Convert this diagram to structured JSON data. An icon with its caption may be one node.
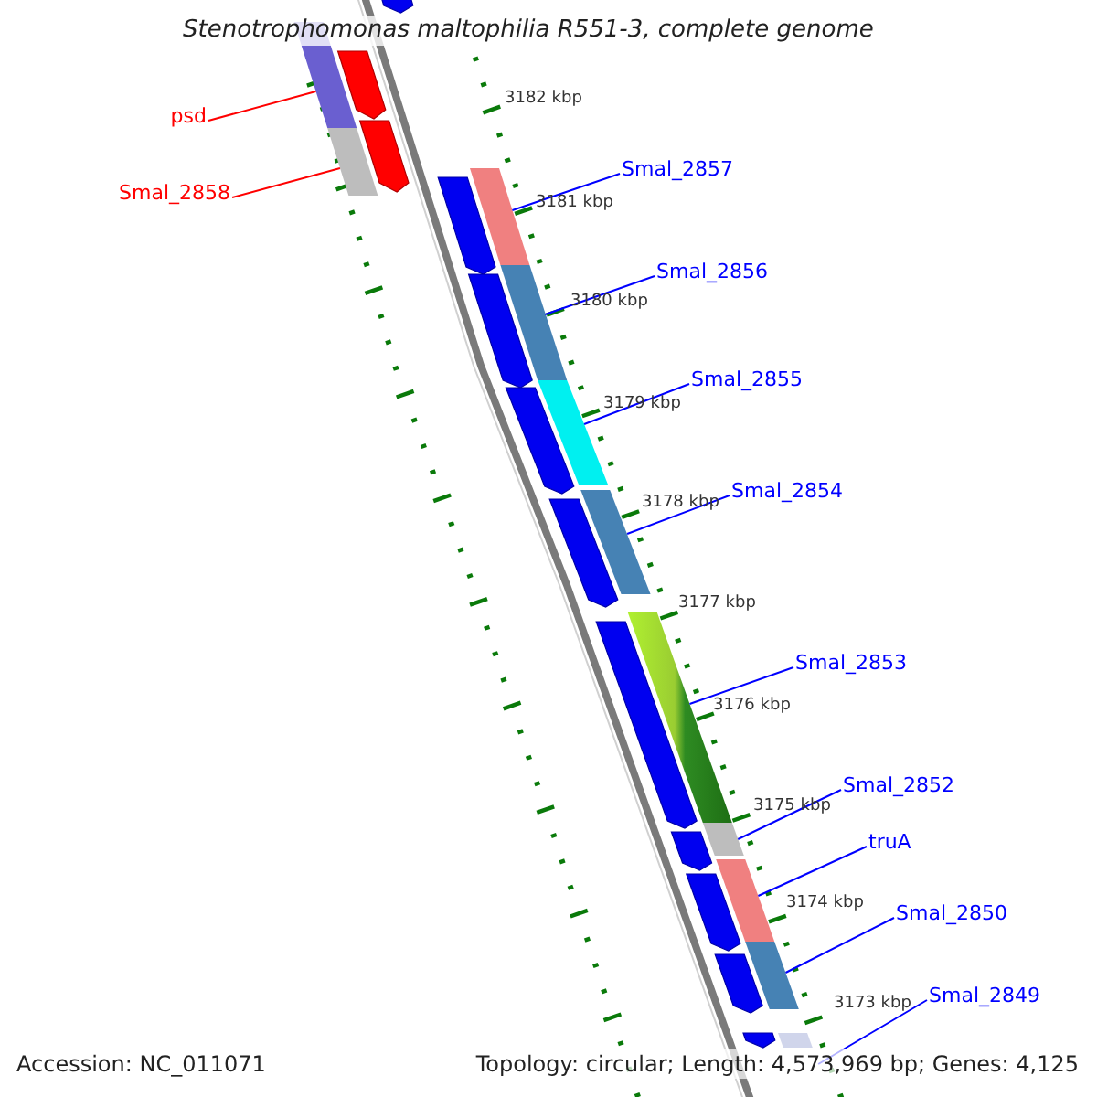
{
  "diagram": {
    "title": "Stenotrophomonas maltophilia R551-3, complete genome",
    "nodes": [
      {
        "text": [
          "psd"
        ]
      },
      {
        "text": [
          "Smal_2858"
        ]
      },
      {
        "text": [
          "Smal_2857"
        ]
      },
      {
        "text": [
          "Smal_2856"
        ]
      },
      {
        "text": [
          "Smal_2855"
        ]
      },
      {
        "text": [
          "Smal_2854"
        ]
      },
      {
        "text": [
          "Smal_2853"
        ]
      },
      {
        "text": [
          "Smal_2852"
        ]
      },
      {
        "text": [
          "truA"
        ]
      },
      {
        "text": [
          "Smal_2850"
        ]
      },
      {
        "text": [
          "Smal_2849"
        ]
      },
      {
        "text": [],
        "shape": "bar"
      },
      {
        "text": [],
        "shape": "bar"
      },
      {
        "text": [],
        "shape": "bar"
      },
      {
        "text": [],
        "shape": "bar"
      },
      {
        "text": [],
        "shape": "bar"
      },
      {
        "text": [],
        "shape": "bar"
      },
      {
        "text": [],
        "shape": "bar"
      },
      {
        "text": [],
        "shape": "bar"
      },
      {
        "text": [],
        "shape": "bar"
      },
      {
        "text": [],
        "shape": "bar"
      },
      {
        "text": [],
        "shape": "bar"
      },
      {
        "text": [],
        "shape": "bar"
      },
      {
        "text": [],
        "shape": "bar"
      },
      {
        "text": [],
        "shape": "bar"
      },
      {
        "text": [],
        "shape": "bar"
      },
      {
        "text": [],
        "shape": "bar"
      },
      {
        "text": [],
        "shape": "bar"
      },
      {
        "text": [],
        "shape": "bar"
      },
      {
        "text": [],
        "shape": "bar"
      },
      {
        "text": [],
        "shape": "bar"
      },
      {
        "text": [],
        "shape": "bar"
      },
      {
        "text": [],
        "shape": "bar"
      },
      {
        "text": [],
        "shape": "bar"
      }
    ],
    "edges": [
      {
        "from": 0,
        "to": 11,
        "arrow": "none",
        "color": "#ff0000"
      },
      {
        "from": 1,
        "to": 12,
        "arrow": "none",
        "color": "#ff0000"
      },
      {
        "from": 2,
        "to": 13,
        "arrow": "none"
      },
      {
        "from": 3,
        "to": 14,
        "arrow": "none"
      },
      {
        "from": 4,
        "to": 15,
        "arrow": "none"
      },
      {
        "from": 5,
        "to": 16,
        "arrow": "none"
      },
      {
        "from": 6,
        "to": 17,
        "arrow": "none"
      },
      {
        "from": 7,
        "to": 18,
        "arrow": "none"
      },
      {
        "from": 8,
        "to": 19,
        "arrow": "none"
      },
      {
        "from": 9,
        "to": 20,
        "arrow": "none"
      },
      {
        "from": 10,
        "to": 21,
        "arrow": "none"
      }
    ],
    "labels": [
      "3182 kbp",
      "3181 kbp",
      "3180 kbp",
      "3179 kbp",
      "3178 kbp",
      "3177 kbp",
      "3176 kbp",
      "3175 kbp",
      "3174 kbp",
      "3173 kbp",
      "Accession: NC_011071",
      "Topology: circular; Length: 4,573,969 bp; Genes: 4,125"
    ]
  }
}
